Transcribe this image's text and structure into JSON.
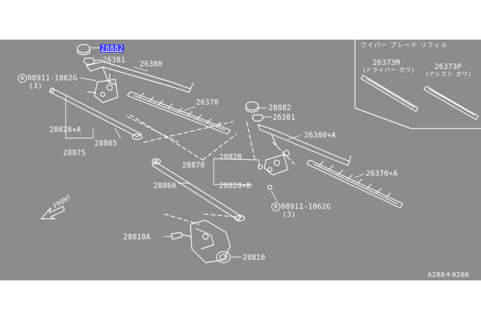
{
  "diagram": {
    "background": "#8c8c8c",
    "line_color": "#ffffff",
    "highlight_color": "#2d2dff",
    "inset_title": "ワイパー ブレード リフィル",
    "drawing_code": "A288＊0266",
    "front_label": "FRONT",
    "labels": {
      "p28882_top": "28882",
      "p26381_top": "26381",
      "p26380": "26380",
      "p08911_left": "08911-1062G",
      "p08911_left_qty": "(3)",
      "p26370": "26370",
      "p28828a": "28828+A",
      "p28865": "28865",
      "p28875": "28875",
      "p28882_right": "28882",
      "p26381_right": "26381",
      "p26380a": "26380+A",
      "p28828": "28828",
      "p28870": "28870",
      "p28828b": "28828+B",
      "p26370a": "26370+A",
      "p28860": "28860",
      "p08911_right": "08911-1062G",
      "p08911_right_qty": "(3)",
      "p28810a": "28810A",
      "p28810": "28810",
      "p26373m": "26373M",
      "p26373m_sub": "(ドライバー ガワ)",
      "p26373p": "26373P",
      "p26373p_sub": "(アシスト ガワ)",
      "n_marker": "N"
    }
  }
}
